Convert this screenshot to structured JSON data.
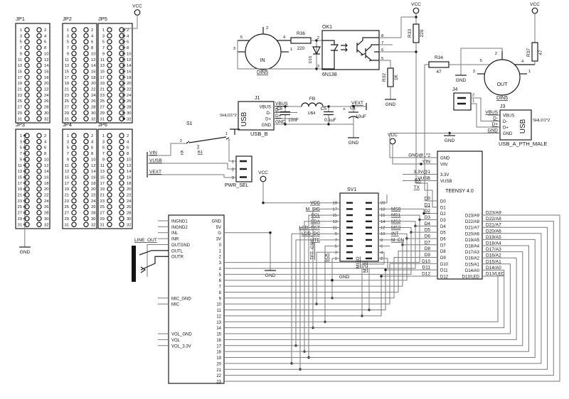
{
  "headers": {
    "pin_count": 32,
    "top": [
      {
        "ref": "JP1"
      },
      {
        "ref": "JP2"
      },
      {
        "ref": "JP5"
      }
    ],
    "bottom": [
      {
        "ref": "JP3"
      },
      {
        "ref": "JP4"
      },
      {
        "ref": "JP6"
      }
    ]
  },
  "power": {
    "vcc": "VCC",
    "gnd": "GND"
  },
  "midi_in": {
    "din": {
      "name": "IN",
      "part": "DIN5",
      "pins": [
        "1",
        "2",
        "3",
        "4",
        "5"
      ]
    },
    "r36": {
      "ref": "R36",
      "value": "220"
    },
    "d15": {
      "ref": "D15"
    },
    "ok1": {
      "ref": "OK1",
      "part": "6N138",
      "pins_left": [
        "2",
        "3"
      ],
      "pins_right": [
        "8",
        "7",
        "6",
        "5"
      ]
    },
    "r33": {
      "ref": "R33",
      "value": "220"
    },
    "r32": {
      "ref": "R32",
      "value": "1K"
    }
  },
  "midi_out": {
    "din": {
      "name": "OUT",
      "part": "DIN5",
      "pins": [
        "1",
        "2",
        "3",
        "4",
        "5"
      ]
    },
    "r34": {
      "ref": "R34",
      "value": "47"
    },
    "r37": {
      "ref": "R37",
      "value": "47"
    }
  },
  "usb_b": {
    "ref": "J1",
    "name": "USB_B",
    "body": "USB",
    "shield": "SHLD1*2",
    "pins": [
      "VBUS",
      "D-",
      "D+",
      "GND"
    ]
  },
  "usb_a": {
    "ref": "J3",
    "name": "USB_A_PTH_MALE",
    "body": "USB",
    "shield": "SHLD1*2",
    "pins": [
      "VBUS",
      "D-",
      "D+",
      "GND"
    ]
  },
  "j4": {
    "ref": "J4",
    "pins": [
      "2",
      "1"
    ]
  },
  "filter": {
    "fb": {
      "ref": "FB",
      "name": "U$4"
    },
    "c6": {
      "ref": "C6",
      "value": "10nF"
    },
    "c5": {
      "ref": "C5",
      "value": "0.1uF"
    },
    "c1": {
      "ref": "C1",
      "value": "10uF",
      "polarity": "+"
    },
    "vext": "VEXT"
  },
  "power_select": {
    "s1": {
      "ref": "S1",
      "t1": "1",
      "t2": "2",
      "t3": "3",
      "gate_a": "B",
      "gate_b": "B1"
    },
    "conn": {
      "ref": "PWR_SEL",
      "pins": [
        "1",
        "2",
        "3"
      ]
    },
    "nets": {
      "vin": "VIN",
      "vusb": "VUSB",
      "vext": "VEXT"
    }
  },
  "sv1": {
    "ref": "SV1",
    "left_nets": [
      "VCC",
      "M_SIG",
      "SCL",
      "SDA",
      "LCD_RST",
      "LCD_DC",
      "LITE"
    ],
    "right_nets": [
      "MS0",
      "MS1",
      "MS2",
      "MS3",
      "INT",
      "M_EN"
    ],
    "vert_nets": {
      "tft_cs": "TFT_CS",
      "sck": "SCK",
      "miso": "MISO",
      "mosi": "MOSI"
    },
    "gnd_label": "GND"
  },
  "teensy": {
    "title": "TEENSY 4.0",
    "power_pins": [
      "GND",
      "VIN",
      "3.3V",
      "VUSB"
    ],
    "power_nets": [
      "GND@1*2",
      "VIN",
      "3.3V@1",
      "VUSB"
    ],
    "serial_nets": {
      "rx": "RX",
      "tx": "TX"
    },
    "digital_pins": [
      "D0",
      "D1",
      "D2",
      "D3",
      "D4",
      "D5",
      "D6",
      "D7",
      "D8",
      "D9",
      "D10",
      "D11",
      "D12"
    ],
    "analog_pins": [
      "D23/A9",
      "D22/A8",
      "D21/A7",
      "D20/A6",
      "D19/A5",
      "D18/A4",
      "D17/A3",
      "D16/A2",
      "D15/A1",
      "D14/A0",
      "D13/LED"
    ]
  },
  "audio_board": {
    "left_pins": [
      "INGND1",
      "INGND2",
      "INL",
      "INR",
      "OUTGND",
      "OUTL",
      "OUTR",
      "MIC_GND",
      "MIC",
      "VOL_GND",
      "VOL",
      "VOL_3.3V"
    ],
    "left_rows": [
      0,
      1,
      2,
      3,
      4,
      5,
      6,
      13,
      14,
      19,
      20,
      21
    ],
    "right_pins": [
      "GND",
      "5V",
      "G",
      "3V",
      "0",
      "1",
      "2",
      "3",
      "4",
      "5",
      "6",
      "7",
      "8",
      "9",
      "10",
      "11",
      "12",
      "13",
      "14",
      "15",
      "16",
      "17",
      "18",
      "19",
      "20",
      "21",
      "22",
      "23"
    ],
    "line_out": "LINE_OUT",
    "gnd_label": "GND"
  }
}
